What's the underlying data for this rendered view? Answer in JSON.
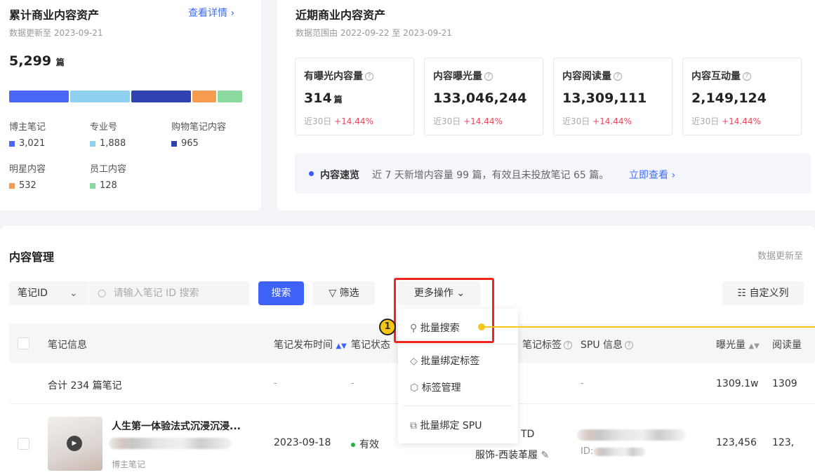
{
  "cumulative": {
    "title": "累计商业内容资产",
    "detail_link": "查看详情 ›",
    "updated": "数据更新至 2023-09-21",
    "total": "5,299",
    "unit": "篇",
    "categories": [
      {
        "label": "博主笔记",
        "value": "3,021",
        "color": "#4a67f5"
      },
      {
        "label": "专业号",
        "value": "1,888",
        "color": "#8fd0ee"
      },
      {
        "label": "购物笔记内容",
        "value": "965",
        "color": "#2f43b0"
      },
      {
        "label": "明星内容",
        "value": "532",
        "color": "#f59c50"
      },
      {
        "label": "员工内容",
        "value": "128",
        "color": "#8cd9a0"
      }
    ]
  },
  "recent": {
    "title": "近期商业内容资产",
    "range": "数据范围由 2022-09-22 至 2023-09-21",
    "cards": [
      {
        "label": "有曝光内容量",
        "value": "314",
        "unit": "篇",
        "period": "近30日",
        "change": "+14.44%"
      },
      {
        "label": "内容曝光量",
        "value": "133,046,244",
        "period": "近30日",
        "change": "+14.44%"
      },
      {
        "label": "内容阅读量",
        "value": "13,309,111",
        "period": "近30日",
        "change": "+14.44%"
      },
      {
        "label": "内容互动量",
        "value": "2,149,124",
        "period": "近30日",
        "change": "+14.44%"
      }
    ],
    "overview_label": "内容速览",
    "overview_text": "近 7 天新增内容量 99 篇，有效且未投放笔记 65 篇。",
    "overview_link": "立即查看 ›"
  },
  "management": {
    "title": "内容管理",
    "updated": "数据更新至",
    "id_select": "笔记ID",
    "search_placeholder": "请输入笔记 ID 搜索",
    "search_button": "搜索",
    "filter_button": "筛选",
    "more_button": "更多操作",
    "custom_columns": "自定义列",
    "menu": [
      "批量搜索",
      "批量绑定标签",
      "标签管理",
      "批量绑定 SPU"
    ],
    "step_marker": "1",
    "columns": [
      "笔记信息",
      "笔记发布时间",
      "笔记状态",
      "笔记标签",
      "SPU 信息",
      "曝光量",
      "阅读量"
    ],
    "summary": {
      "label": "合计 234 篇笔记",
      "publish": "-",
      "status": "-",
      "spu": "-",
      "exposure": "1309.1w",
      "reads": "1309"
    },
    "rows": [
      {
        "title": "人生第一体验法式沉浸沉浸...",
        "type": "博主笔记",
        "date": "2023-09-18",
        "status": "有效",
        "tag_top": "TD",
        "tag": "服饰-西装革履",
        "spu_id": "ID:",
        "exposure": "123,456",
        "reads": "123,"
      }
    ]
  }
}
